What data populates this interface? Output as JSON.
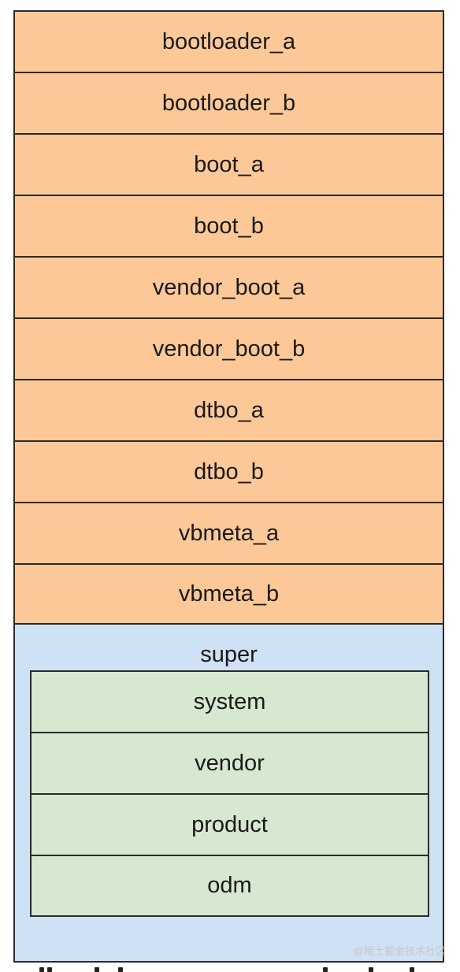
{
  "partitions": [
    "bootloader_a",
    "bootloader_b",
    "boot_a",
    "boot_b",
    "vendor_boot_a",
    "vendor_boot_b",
    "dtbo_a",
    "dtbo_b",
    "vbmeta_a",
    "vbmeta_b"
  ],
  "super": {
    "label": "super",
    "logical_partitions": [
      "system",
      "vendor",
      "product",
      "odm"
    ]
  },
  "watermark": "@稀土掘金技术社区",
  "colors": {
    "physical_partition": "#fcc898",
    "super_partition": "#cfe1f5",
    "logical_partition": "#d6e8d0",
    "border": "#2b2b2b"
  }
}
